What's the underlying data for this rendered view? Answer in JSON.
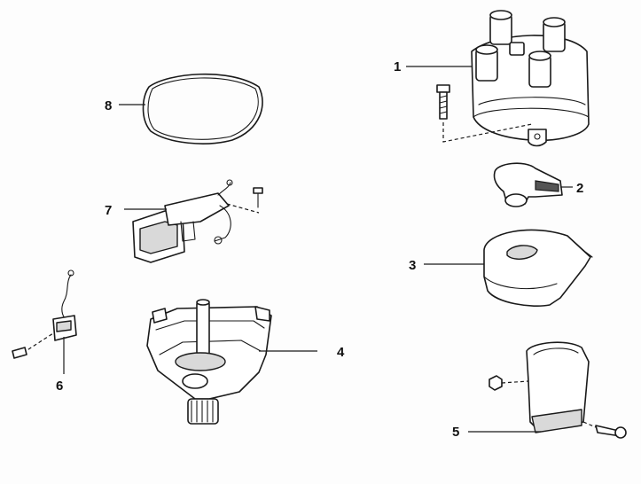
{
  "callouts": [
    {
      "id": "1",
      "text": "1"
    },
    {
      "id": "2",
      "text": "2"
    },
    {
      "id": "3",
      "text": "3"
    },
    {
      "id": "4",
      "text": "4"
    },
    {
      "id": "5",
      "text": "5"
    },
    {
      "id": "6",
      "text": "6"
    },
    {
      "id": "7",
      "text": "7"
    },
    {
      "id": "8",
      "text": "8"
    }
  ],
  "colors": {
    "ink": "#1a1a1a",
    "paper": "#fdfdfd",
    "shade": "#d9d9d9"
  }
}
